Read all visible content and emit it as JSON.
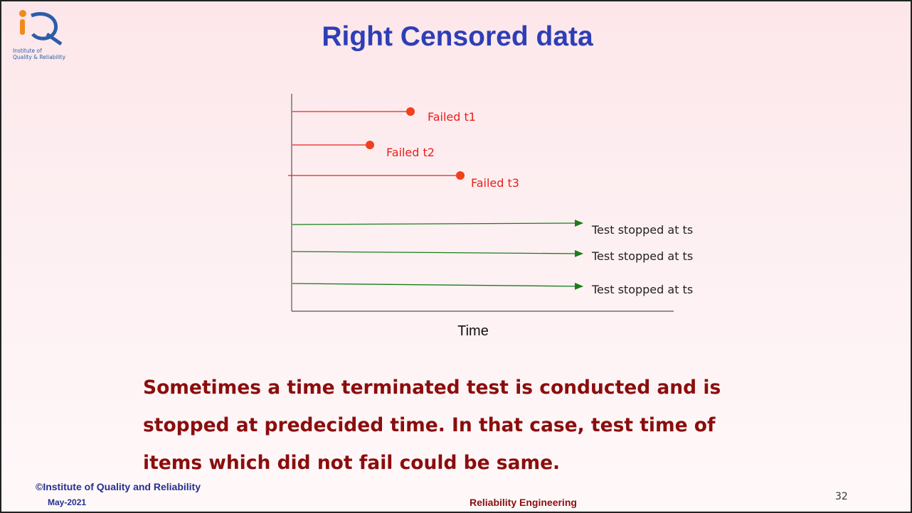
{
  "logo": {
    "org_line1": "Institute of",
    "org_line2": "Quality & Reliability"
  },
  "slide": {
    "title": "Right Censored data",
    "body_lines": [
      "Sometimes a time terminated test is conducted and is",
      "stopped at predecided time. In that case, test time of",
      "items which did not fail could be same."
    ]
  },
  "diagram": {
    "x_axis_label": "Time",
    "failures": [
      {
        "label": "Failed t1"
      },
      {
        "label": "Failed t2"
      },
      {
        "label": "Failed t3"
      }
    ],
    "censored": [
      {
        "label": "Test stopped at ts"
      },
      {
        "label": "Test stopped at ts"
      },
      {
        "label": "Test stopped at ts"
      }
    ],
    "colors": {
      "failure": "#e8201a",
      "censored": "#1a7d1a",
      "axis": "#555555"
    }
  },
  "footer": {
    "copyright": "©Institute of Quality and Reliability",
    "date": "May-2021",
    "course": "Reliability Engineering",
    "page_number": "32"
  }
}
